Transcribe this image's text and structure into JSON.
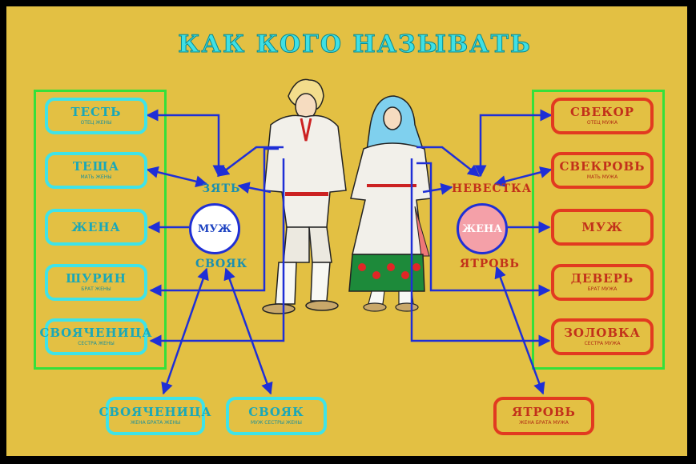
{
  "title": "КАК КОГО НАЗЫВАТЬ",
  "husband_side": {
    "boxes": [
      {
        "main": "ТЕСТЬ",
        "sub": "ОТЕЦ ЖЕНЫ"
      },
      {
        "main": "ТЕЩА",
        "sub": "МАТЬ ЖЕНЫ"
      },
      {
        "main": "ЖЕНА",
        "sub": ""
      },
      {
        "main": "ШУРИН",
        "sub": "БРАТ ЖЕНЫ"
      },
      {
        "main": "СВОЯЧЕНИЦА",
        "sub": "СЕСТРА ЖЕНЫ"
      }
    ],
    "label_top": "ЗЯТЬ",
    "circle": "МУЖ",
    "label_bottom": "СВОЯК",
    "bottom_boxes": [
      {
        "main": "СВОЯЧЕНИЦА",
        "sub": "ЖЕНА БРАТА ЖЕНЫ"
      },
      {
        "main": "СВОЯК",
        "sub": "МУЖ СЕСТРЫ ЖЕНЫ"
      }
    ]
  },
  "wife_side": {
    "boxes": [
      {
        "main": "СВЕКОР",
        "sub": "ОТЕЦ МУЖА"
      },
      {
        "main": "СВЕКРОВЬ",
        "sub": "МАТЬ МУЖА"
      },
      {
        "main": "МУЖ",
        "sub": ""
      },
      {
        "main": "ДЕВЕРЬ",
        "sub": "БРАТ МУЖА"
      },
      {
        "main": "ЗОЛОВКА",
        "sub": "СЕСТРА МУЖА"
      }
    ],
    "label_top": "НЕВЕСТКА",
    "circle": "ЖЕНА",
    "label_bottom": "ЯТРОВЬ",
    "bottom_boxes": [
      {
        "main": "ЯТРОВЬ",
        "sub": "ЖЕНА БРАТА МУЖА"
      }
    ]
  },
  "colors": {
    "background": "#e3c043",
    "frame": "#35e03a",
    "husband_box": "#3fe3e8",
    "wife_box": "#e23a20",
    "arrow": "#1f2fd6",
    "husband_circle_fill": "#ffffff",
    "wife_circle_fill": "#f4a0a8"
  }
}
